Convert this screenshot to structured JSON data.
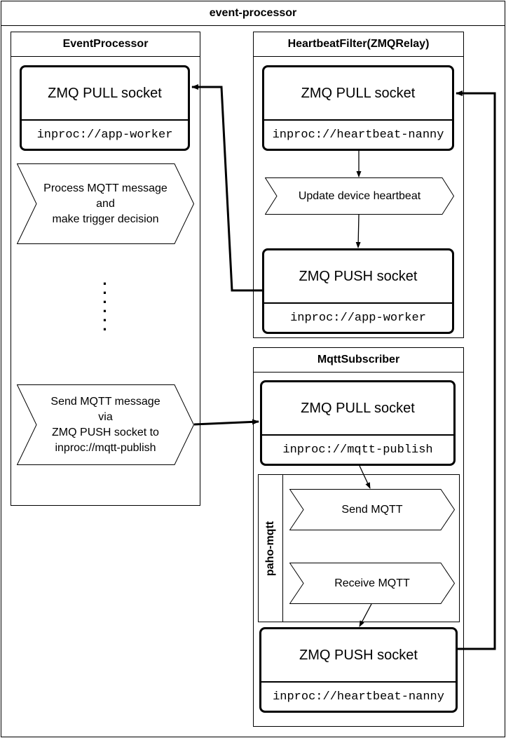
{
  "pool": {
    "title": "event-processor"
  },
  "event_processor": {
    "title": "EventProcessor",
    "pull_socket": {
      "label": "ZMQ PULL socket",
      "address": "inproc://app-worker"
    },
    "step_process": {
      "line1": "Process MQTT message",
      "line2": "and",
      "line3": "make trigger decision"
    },
    "step_send": {
      "line1": "Send MQTT message",
      "line2": "via",
      "line3": "ZMQ PUSH socket to",
      "line4": "inproc://mqtt-publish"
    }
  },
  "heartbeat_filter": {
    "title": "HeartbeatFilter(ZMQRelay)",
    "pull_socket": {
      "label": "ZMQ PULL socket",
      "address": "inproc://heartbeat-nanny"
    },
    "step_update": "Update device heartbeat",
    "push_socket": {
      "label": "ZMQ PUSH socket",
      "address": "inproc://app-worker"
    }
  },
  "mqtt_subscriber": {
    "title": "MqttSubscriber",
    "pull_socket": {
      "label": "ZMQ PULL socket",
      "address": "inproc://mqtt-publish"
    },
    "paho": {
      "label": "paho-mqtt",
      "send": "Send MQTT",
      "receive": "Receive MQTT"
    },
    "push_socket": {
      "label": "ZMQ PUSH socket",
      "address": "inproc://heartbeat-nanny"
    }
  },
  "colors": {
    "line": "#000000",
    "fill": "#ffffff"
  }
}
